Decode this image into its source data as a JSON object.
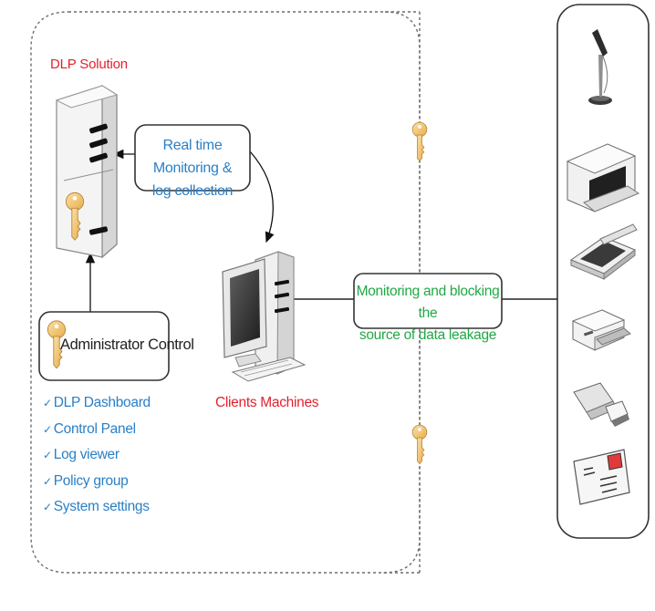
{
  "dlp_solution": {
    "title": "DLP Solution",
    "monitoring_label": "Real time Monitoring &",
    "monitoring_label_2": "log collection"
  },
  "admin": {
    "label": "Administrator Control",
    "features": [
      "DLP Dashboard",
      "Control Panel",
      "Log viewer",
      "Policy group",
      "System settings"
    ]
  },
  "clients": {
    "label": "Clients Machines"
  },
  "blocking": {
    "label_1": "Monitoring and blocking the",
    "label_2": "source of data leakage"
  },
  "devices": [
    {
      "name": "microphone-icon"
    },
    {
      "name": "printer-icon"
    },
    {
      "name": "scanner-icon"
    },
    {
      "name": "external-drive-icon"
    },
    {
      "name": "usb-stick-icon"
    },
    {
      "name": "email-letter-icon"
    }
  ],
  "colors": {
    "red": "#e4202c",
    "blue": "#2a7fc6",
    "green": "#21a845",
    "key": "#f1c470"
  }
}
